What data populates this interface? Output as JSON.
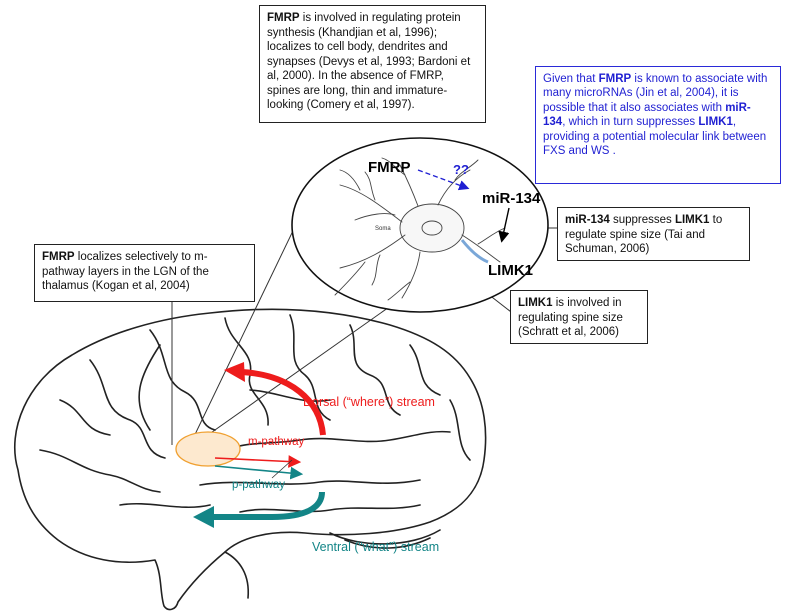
{
  "boxes": {
    "fmrp_protein": {
      "term": "FMRP",
      "text": " is involved in regulating protein synthesis (Khandjian et al, 1996); localizes to cell body, dendrites and synapses (Devys et al, 1993; Bardoni et al, 2000).  In the absence of FMRP, spines are long, thin and immature-looking (Comery et al, 1997)."
    },
    "hypothesis": {
      "lead": "Given that ",
      "term1": "FMRP",
      "mid1": " is known to associate with many microRNAs (Jin et al, 2004), it is possible that it also associates with ",
      "term2": "miR-134",
      "mid2": ", which in turn suppresses ",
      "term3": "LIMK1",
      "tail": ", providing a potential molecular link between FXS and WS ."
    },
    "fmrp_lgn": {
      "term": "FMRP",
      "text": " localizes selectively to m-pathway layers in the LGN of the thalamus (Kogan et al, 2004)"
    },
    "mir134": {
      "term1": "miR-134",
      "mid": " suppresses ",
      "term2": "LIMK1",
      "tail": " to regulate spine size (Tai and Schuman, 2006)"
    },
    "limk1": {
      "term": "LIMK1",
      "text": " is involved in regulating spine size (Schratt et al, 2006)"
    }
  },
  "neuron": {
    "fmrp": "FMRP",
    "question": "??",
    "mir": "miR-134",
    "limk": "LIMK1",
    "soma": "Soma"
  },
  "labels": {
    "dorsal": "Dorsal (“where”) stream",
    "ventral": "Ventral (“what”) stream",
    "m_pathway": "m-pathway",
    "p_pathway": "p-pathway"
  },
  "colors": {
    "red": "#ee1c1c",
    "teal": "#138587",
    "blue": "#1f1fd2",
    "lgn_fill": "#fde9cf",
    "lgn_stroke": "#f0a030"
  }
}
